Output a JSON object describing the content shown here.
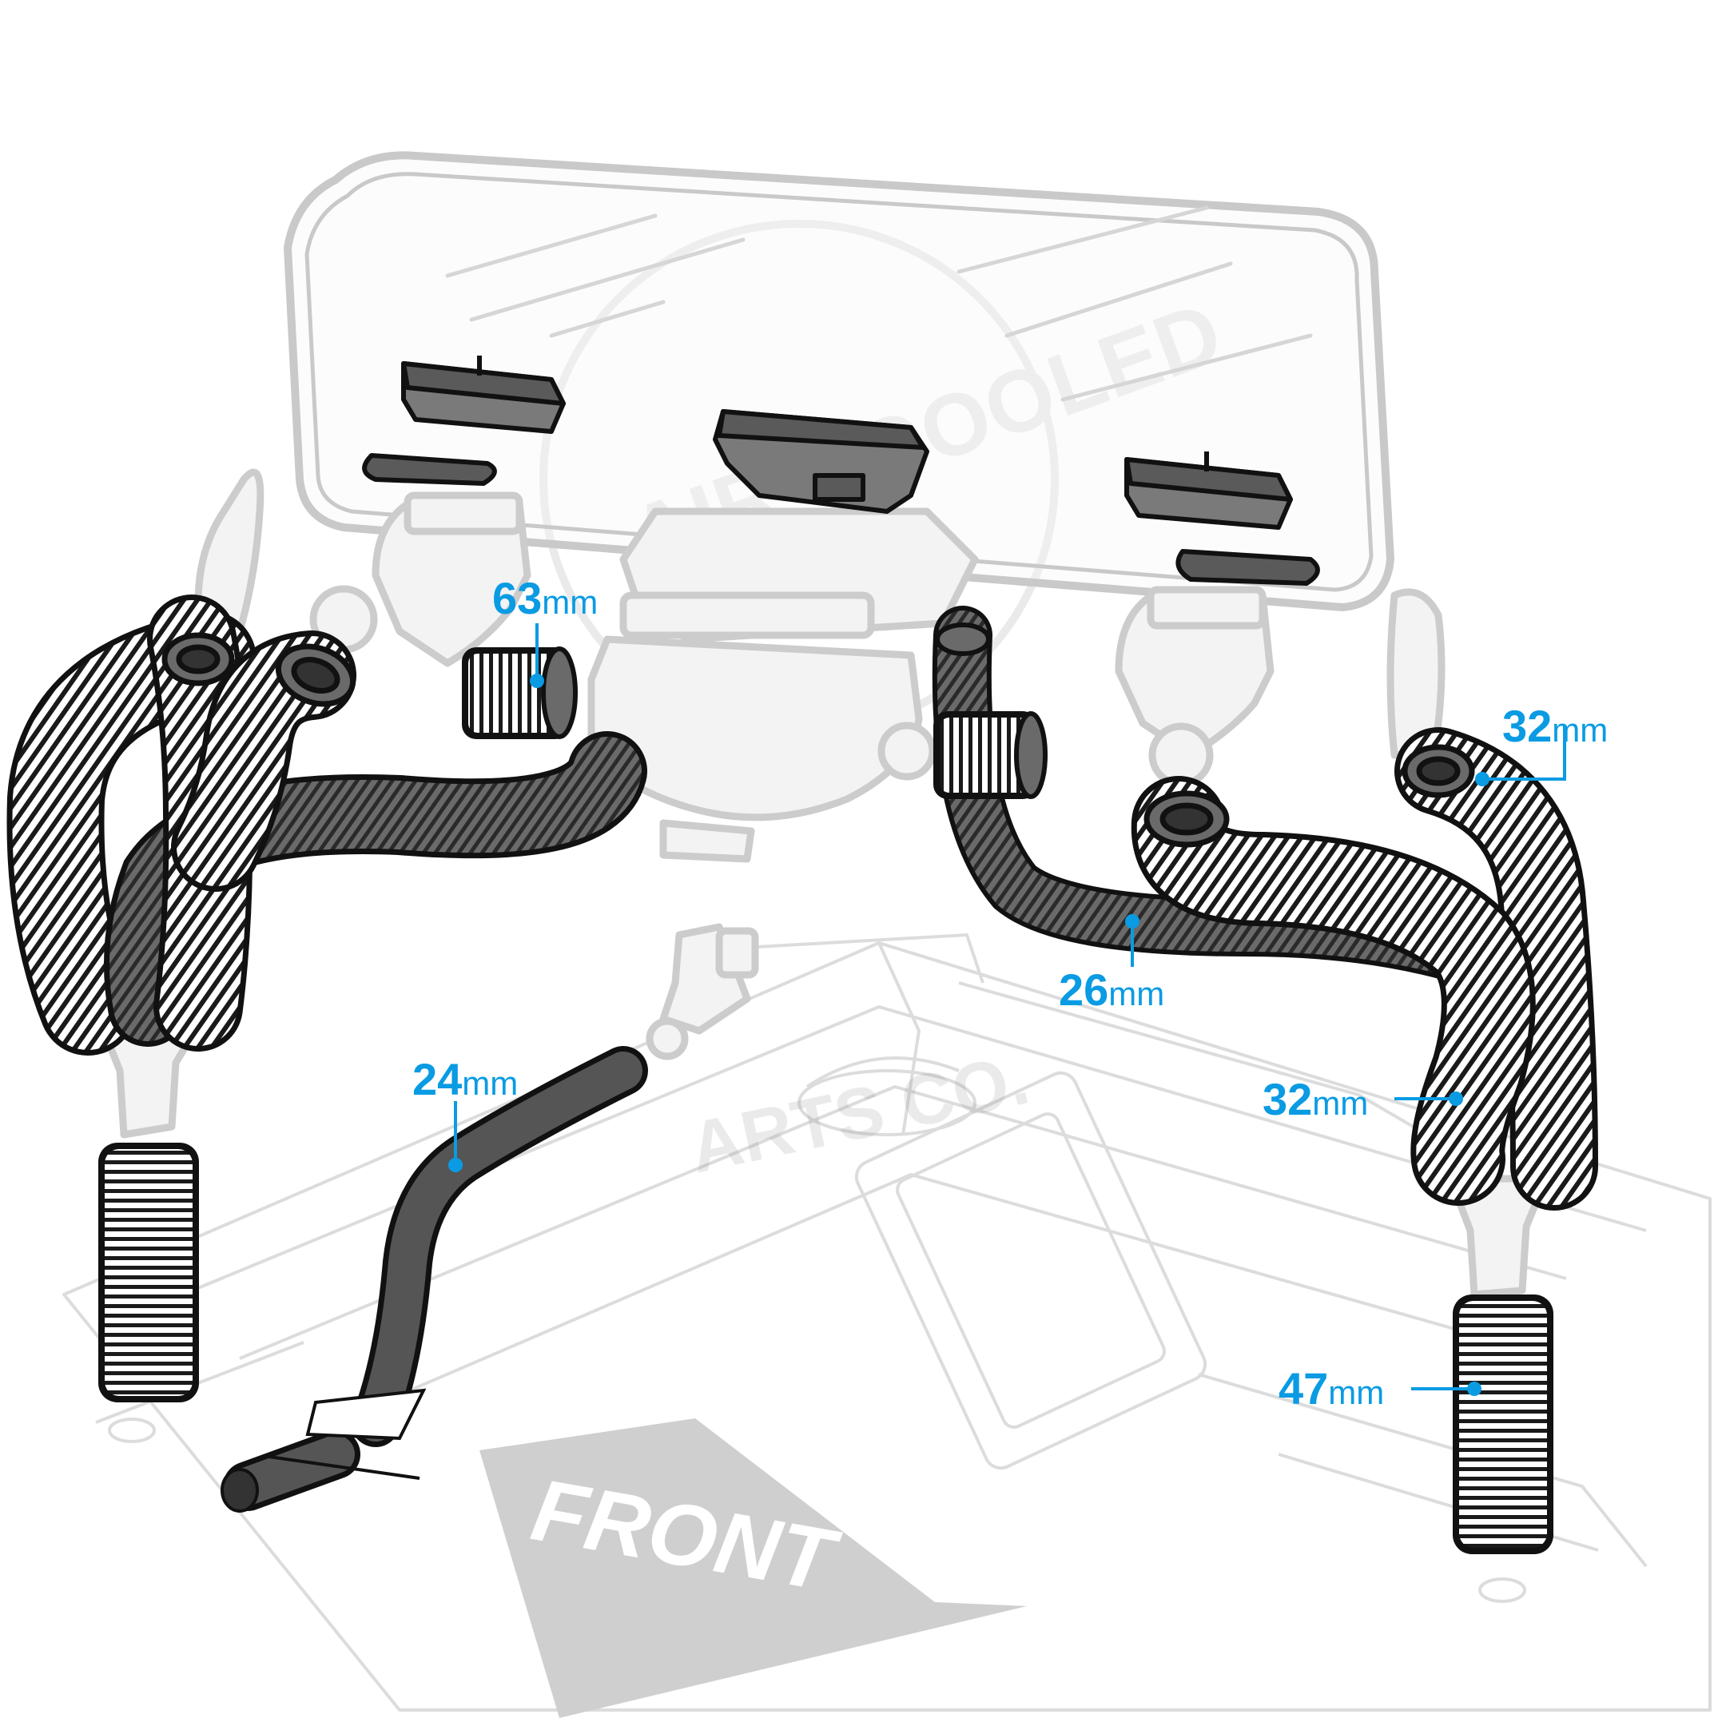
{
  "watermark": {
    "ring_text": "AIR COOOLED",
    "sub_text": "ARTS CO."
  },
  "orientation": {
    "front_label": "FRONT"
  },
  "callouts": [
    {
      "id": "hose-63",
      "value": "63",
      "unit": "mm"
    },
    {
      "id": "hose-26",
      "value": "26",
      "unit": "mm"
    },
    {
      "id": "hose-24",
      "value": "24",
      "unit": "mm"
    },
    {
      "id": "hose-32-top",
      "value": "32",
      "unit": "mm"
    },
    {
      "id": "hose-32-mid",
      "value": "32",
      "unit": "mm"
    },
    {
      "id": "hose-47",
      "value": "47",
      "unit": "mm"
    }
  ],
  "colors": {
    "accent": "#0a9be3",
    "outline": "#111111",
    "ghost": "#c9c9c9",
    "dark_hose": "#4a4a4a",
    "front_arrow": "#cfcfcf"
  }
}
